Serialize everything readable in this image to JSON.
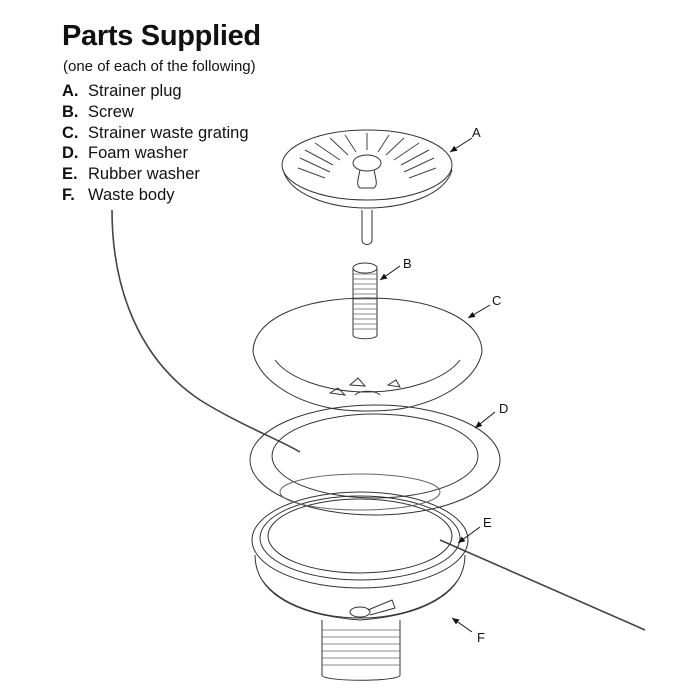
{
  "header": {
    "title": "Parts Supplied",
    "subtitle": "(one of each of the following)"
  },
  "parts": [
    {
      "letter": "A.",
      "name": "Strainer plug"
    },
    {
      "letter": "B.",
      "name": "Screw"
    },
    {
      "letter": "C.",
      "name": "Strainer waste grating"
    },
    {
      "letter": "D.",
      "name": "Foam washer"
    },
    {
      "letter": "E.",
      "name": "Rubber washer"
    },
    {
      "letter": "F.",
      "name": "Waste body"
    }
  ],
  "callouts": {
    "a": "A",
    "b": "B",
    "c": "C",
    "d": "D",
    "e": "E",
    "f": "F"
  }
}
